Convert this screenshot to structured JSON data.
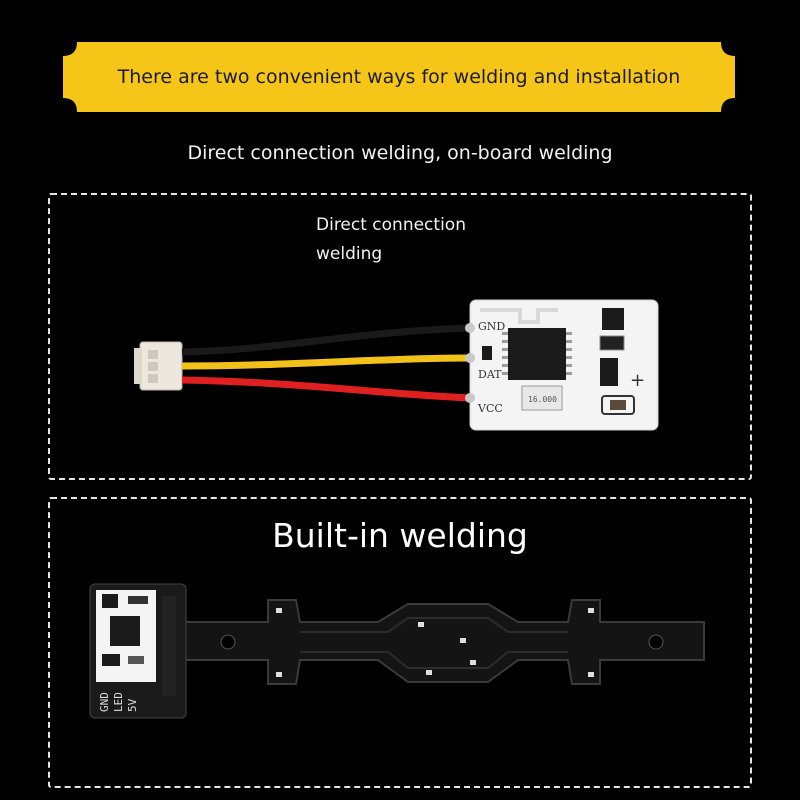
{
  "banner": {
    "text": "There are two convenient ways for welding and installation",
    "color": "#f5c518"
  },
  "subtitle": "Direct connection welding, on-board welding",
  "section1": {
    "callout_line1": "Direct connection",
    "callout_line2": "welding",
    "pcb_labels": {
      "gnd": "GND",
      "dat": "DAT",
      "vcc": "VCC",
      "plus": "+",
      "crystal": "16.000"
    },
    "wire_colors": {
      "gnd": "#1a1a1a",
      "dat": "#f2c21a",
      "vcc": "#e02020"
    }
  },
  "section2": {
    "title": "Built-in welding",
    "pcb_labels": {
      "gnd": "GND",
      "led": "LED",
      "v5": "5V"
    }
  }
}
